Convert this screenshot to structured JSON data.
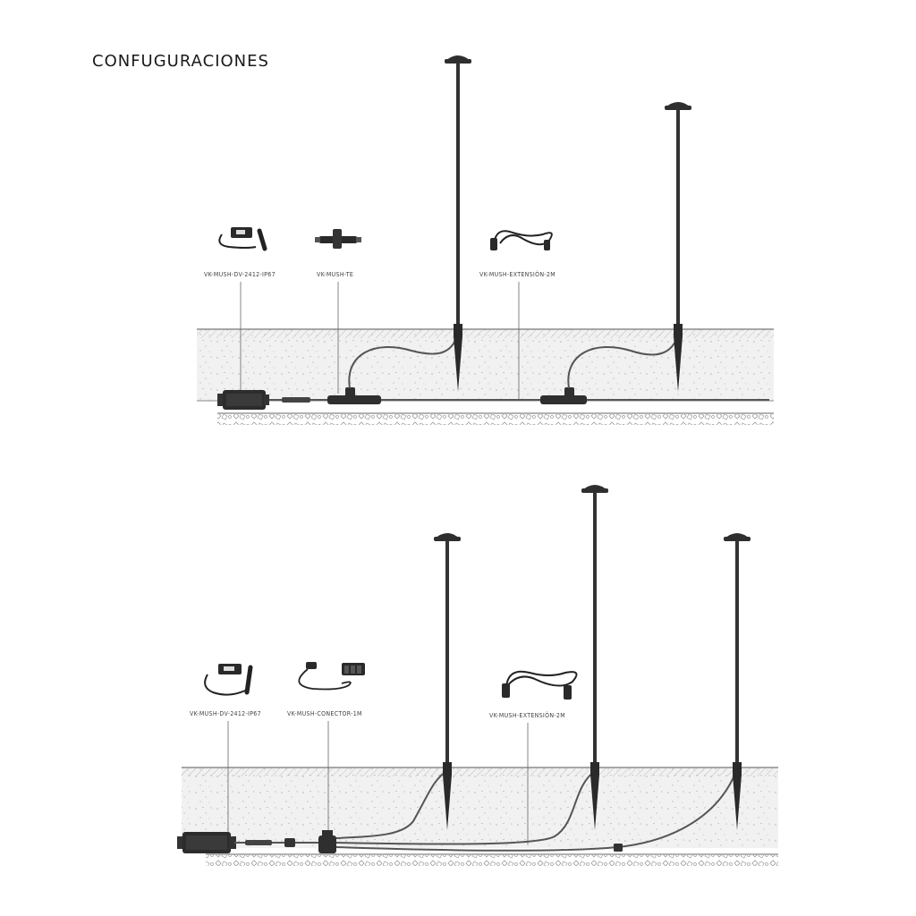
{
  "title": "CONFUGURACIONES",
  "config1": {
    "labels": {
      "driver": "VK-MUSH-DV-2412-IP67",
      "te": "VK-MUSH-TE",
      "extension": "VK-MUSH-EXTENSIÓN-2M"
    }
  },
  "config2": {
    "labels": {
      "driver": "VK-MUSH-DV-2412-IP67",
      "connector": "VK-MUSH-CONECTOR-1M",
      "extension": "VK-MUSH-EXTENSIÓN-2M"
    }
  }
}
